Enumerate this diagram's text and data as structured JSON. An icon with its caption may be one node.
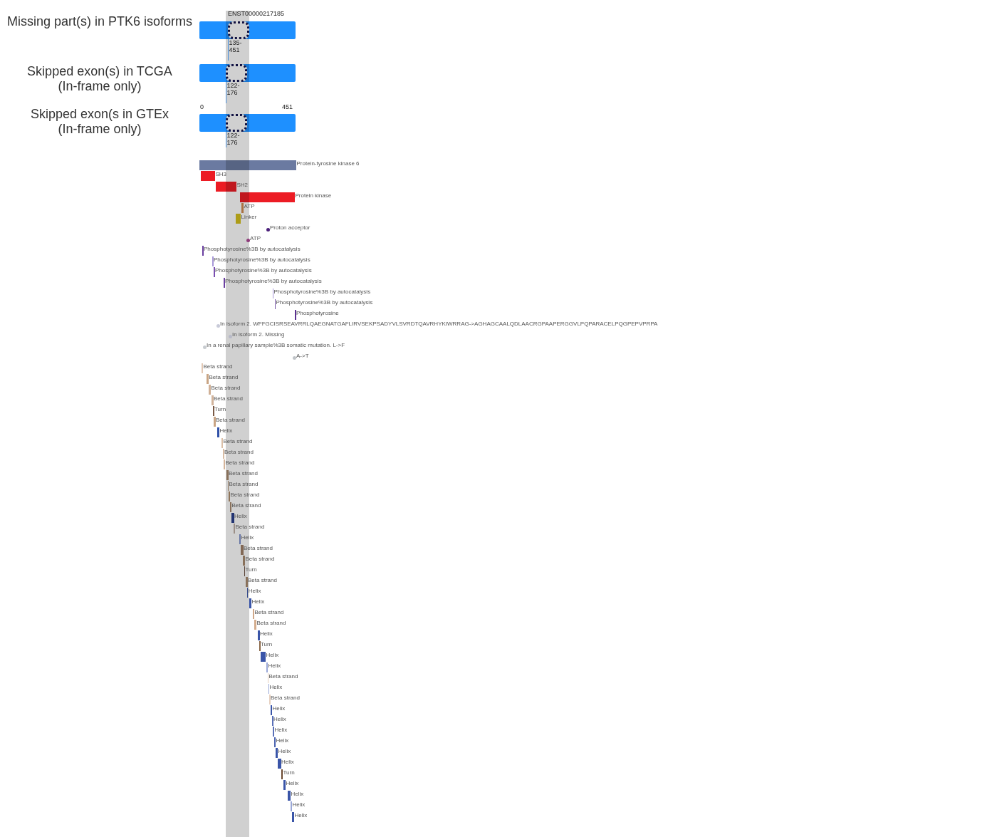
{
  "diagram": {
    "nodes": [
      {
        "text": [],
        "shape": "bar"
      },
      {
        "text": [],
        "shape": "box",
        "in": 0,
        "beside": [
          "ENST00000217185",
          "135-451"
        ]
      },
      {
        "text": [],
        "shape": "bar"
      },
      {
        "text": [],
        "shape": "box",
        "in": 2,
        "beside": [
          "122-176"
        ]
      },
      {
        "text": [],
        "shape": "bar"
      },
      {
        "text": [],
        "shape": "box",
        "in": 4,
        "beside": [
          "122-176"
        ]
      },
      {
        "text": [],
        "shape": "bar",
        "beside": [
          "Protein-tyrosine kinase 6"
        ]
      },
      {
        "text": [],
        "shape": "bar",
        "beside": [
          "SH3"
        ]
      },
      {
        "text": [],
        "shape": "bar",
        "beside": [
          "SH2"
        ]
      },
      {
        "text": [],
        "shape": "bar",
        "beside": [
          "Protein kinase"
        ]
      },
      {
        "text": [],
        "shape": "bar",
        "beside": [
          "ATP"
        ]
      },
      {
        "text": [],
        "shape": "bar",
        "beside": [
          "Linker"
        ]
      },
      {
        "text": [],
        "shape": "circle",
        "beside": [
          "Proton acceptor"
        ]
      },
      {
        "text": [],
        "shape": "circle",
        "beside": [
          "ATP"
        ]
      },
      {
        "text": [],
        "shape": "bar",
        "beside": [
          "Phosphotyrosine%3B by autocatalysis"
        ]
      },
      {
        "text": [],
        "shape": "bar",
        "beside": [
          "Phosphotyrosine%3B by autocatalysis"
        ]
      },
      {
        "text": [],
        "shape": "bar",
        "beside": [
          "Phosphotyrosine%3B by autocatalysis"
        ]
      },
      {
        "text": [],
        "shape": "bar",
        "beside": [
          "Phosphotyrosine%3B by autocatalysis"
        ]
      },
      {
        "text": [],
        "shape": "bar",
        "beside": [
          "Phosphotyrosine%3B by autocatalysis"
        ]
      },
      {
        "text": [],
        "shape": "bar",
        "beside": [
          "Phosphotyrosine%3B by autocatalysis"
        ]
      },
      {
        "text": [],
        "shape": "bar",
        "beside": [
          "Phosphotyrosine"
        ]
      },
      {
        "text": [],
        "shape": "circle",
        "beside": [
          "In isoform 2. WFFGCISRSEAVRRLQAEGNATGAFLIRVSEKPSADYVLSVRDTQAVRHYKIWRRAG->AGHAGCAALQDLAACRGPAAPERGGVLPQPARACELPQGPEPVPRPA"
        ]
      },
      {
        "text": [],
        "shape": "circle",
        "beside": [
          "In isoform 2. Missing"
        ]
      },
      {
        "text": [],
        "shape": "circle",
        "beside": [
          "In a renal papillary sample%3B somatic mutation. L->F"
        ]
      },
      {
        "text": [],
        "shape": "circle",
        "beside": [
          "A->T"
        ]
      },
      {
        "text": [],
        "shape": "bar",
        "beside": [
          "Beta strand"
        ]
      },
      {
        "text": [],
        "shape": "bar",
        "beside": [
          "Beta strand"
        ]
      },
      {
        "text": [],
        "shape": "bar",
        "beside": [
          "Beta strand"
        ]
      },
      {
        "text": [],
        "shape": "bar",
        "beside": [
          "Beta strand"
        ]
      },
      {
        "text": [],
        "shape": "bar",
        "beside": [
          "Turn"
        ]
      },
      {
        "text": [],
        "shape": "bar",
        "beside": [
          "Beta strand"
        ]
      },
      {
        "text": [],
        "shape": "bar",
        "beside": [
          "Helix"
        ]
      },
      {
        "text": [],
        "shape": "bar",
        "beside": [
          "Beta strand"
        ]
      },
      {
        "text": [],
        "shape": "bar",
        "beside": [
          "Beta strand"
        ]
      },
      {
        "text": [],
        "shape": "bar",
        "beside": [
          "Beta strand"
        ]
      },
      {
        "text": [],
        "shape": "bar",
        "beside": [
          "Beta strand"
        ]
      },
      {
        "text": [],
        "shape": "bar",
        "beside": [
          "Beta strand"
        ]
      },
      {
        "text": [],
        "shape": "bar",
        "beside": [
          "Beta strand"
        ]
      },
      {
        "text": [],
        "shape": "bar",
        "beside": [
          "Beta strand"
        ]
      },
      {
        "text": [],
        "shape": "bar",
        "beside": [
          "Helix"
        ]
      },
      {
        "text": [],
        "shape": "bar",
        "beside": [
          "Beta strand"
        ]
      },
      {
        "text": [],
        "shape": "bar",
        "beside": [
          "Helix"
        ]
      },
      {
        "text": [],
        "shape": "bar",
        "beside": [
          "Beta strand"
        ]
      },
      {
        "text": [],
        "shape": "bar",
        "beside": [
          "Beta strand"
        ]
      },
      {
        "text": [],
        "shape": "bar",
        "beside": [
          "Turn"
        ]
      },
      {
        "text": [],
        "shape": "bar",
        "beside": [
          "Beta strand"
        ]
      },
      {
        "text": [],
        "shape": "bar",
        "beside": [
          "Helix"
        ]
      },
      {
        "text": [],
        "shape": "bar",
        "beside": [
          "Helix"
        ]
      },
      {
        "text": [],
        "shape": "bar",
        "beside": [
          "Beta strand"
        ]
      },
      {
        "text": [],
        "shape": "bar",
        "beside": [
          "Beta strand"
        ]
      },
      {
        "text": [],
        "shape": "bar",
        "beside": [
          "Helix"
        ]
      },
      {
        "text": [],
        "shape": "bar",
        "beside": [
          "Turn"
        ]
      },
      {
        "text": [],
        "shape": "bar",
        "beside": [
          "Helix"
        ]
      },
      {
        "text": [],
        "shape": "bar",
        "beside": [
          "Helix"
        ]
      },
      {
        "text": [],
        "shape": "bar",
        "beside": [
          "Beta strand"
        ]
      },
      {
        "text": [],
        "shape": "bar",
        "beside": [
          "Helix"
        ]
      },
      {
        "text": [],
        "shape": "bar",
        "beside": [
          "Beta strand"
        ]
      },
      {
        "text": [],
        "shape": "bar",
        "beside": [
          "Helix"
        ]
      },
      {
        "text": [],
        "shape": "bar",
        "beside": [
          "Helix"
        ]
      },
      {
        "text": [],
        "shape": "bar",
        "beside": [
          "Helix"
        ]
      },
      {
        "text": [],
        "shape": "bar",
        "beside": [
          "Helix"
        ]
      },
      {
        "text": [],
        "shape": "bar",
        "beside": [
          "Helix"
        ]
      },
      {
        "text": [],
        "shape": "bar",
        "beside": [
          "Helix"
        ]
      },
      {
        "text": [],
        "shape": "bar",
        "beside": [
          "Turn"
        ]
      },
      {
        "text": [],
        "shape": "bar",
        "beside": [
          "Helix"
        ]
      },
      {
        "text": [],
        "shape": "bar",
        "beside": [
          "Helix"
        ]
      },
      {
        "text": [],
        "shape": "bar",
        "beside": [
          "Helix"
        ]
      },
      {
        "text": [],
        "shape": "bar",
        "beside": [
          "Helix"
        ]
      }
    ],
    "labels": [
      "Missing part(s) in PTK6 isoforms",
      "Skipped exon(s) in TCGA (In-frame only)",
      "0",
      "451",
      "Skipped exon(s in GTEx (In-frame only)"
    ]
  }
}
